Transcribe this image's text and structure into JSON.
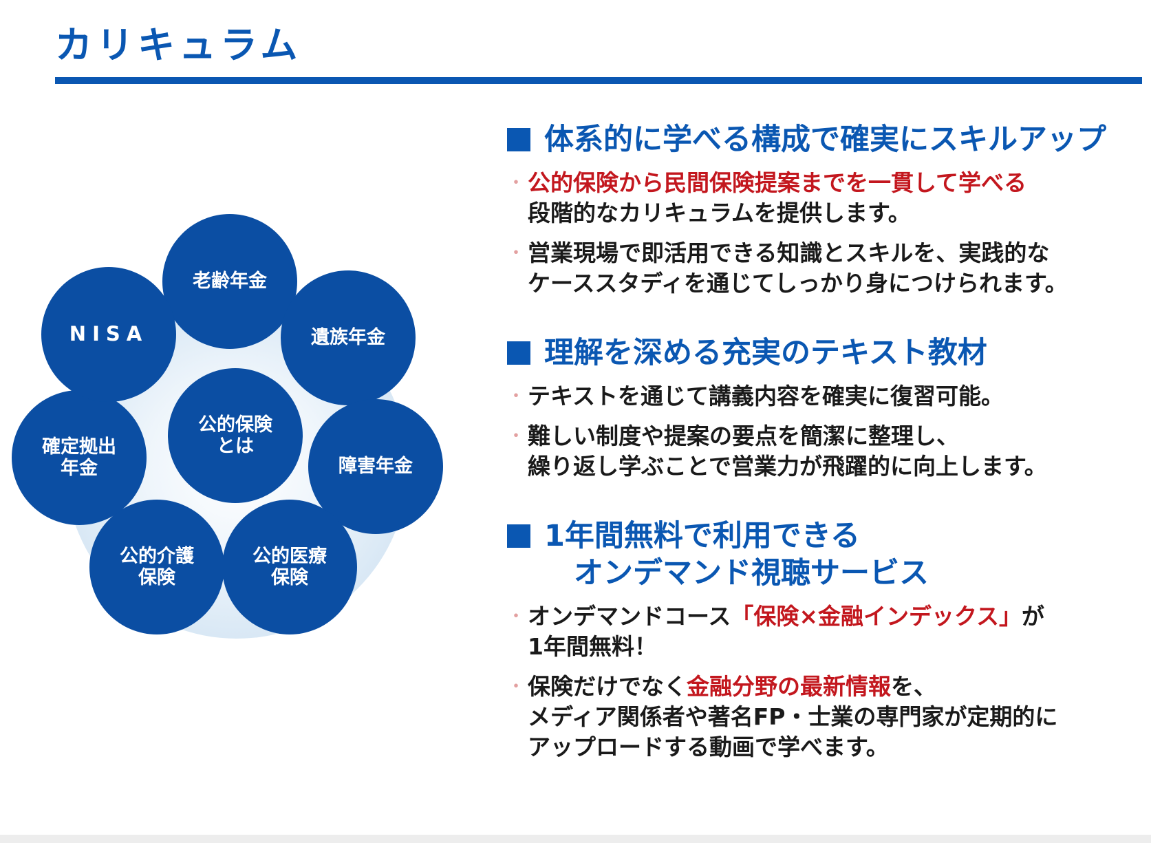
{
  "header": {
    "title": "カリキュラム"
  },
  "colors": {
    "brand_blue": "#0a57b2",
    "bubble_blue": "#0b4ea3",
    "accent_red": "#c3171e",
    "bullet_pink": "#e3a0a0"
  },
  "diagram": {
    "center": "公的保険\nとは",
    "bubbles": [
      "老齢年金",
      "遺族年金",
      "障害年金",
      "公的医療\n保険",
      "公的介護\n保険",
      "確定拠出\n年金",
      "NISA"
    ]
  },
  "sections": [
    {
      "title": "体系的に学べる構成で確実にスキルアップ",
      "bullets": [
        {
          "red": "公的保険から民間保険提案までを一貫して学べる",
          "text": "\n段階的なカリキュラムを提供します。"
        },
        {
          "text": "営業現場で即活用できる知識とスキルを、実践的な\nケーススタディを通じてしっかり身につけられます。"
        }
      ]
    },
    {
      "title": "理解を深める充実のテキスト教材",
      "bullets": [
        {
          "text": "テキストを通じて講義内容を確実に復習可能。"
        },
        {
          "text": "難しい制度や提案の要点を簡潔に整理し、\n繰り返し学ぶことで営業力が飛躍的に向上します。"
        }
      ]
    },
    {
      "title": "1年間無料で利用できる\n　オンデマンド視聴サービス",
      "bullets": [
        {
          "prefix": "オンデマンドコース",
          "red": "「保険×金融インデックス」",
          "suffix": "が\n1年間無料！"
        },
        {
          "prefix": "保険だけでなく",
          "red": "金融分野の最新情報",
          "suffix": "を、\nメディア関係者や著名FP・士業の専門家が定期的に\nアップロードする動画で学べます。"
        }
      ]
    }
  ]
}
